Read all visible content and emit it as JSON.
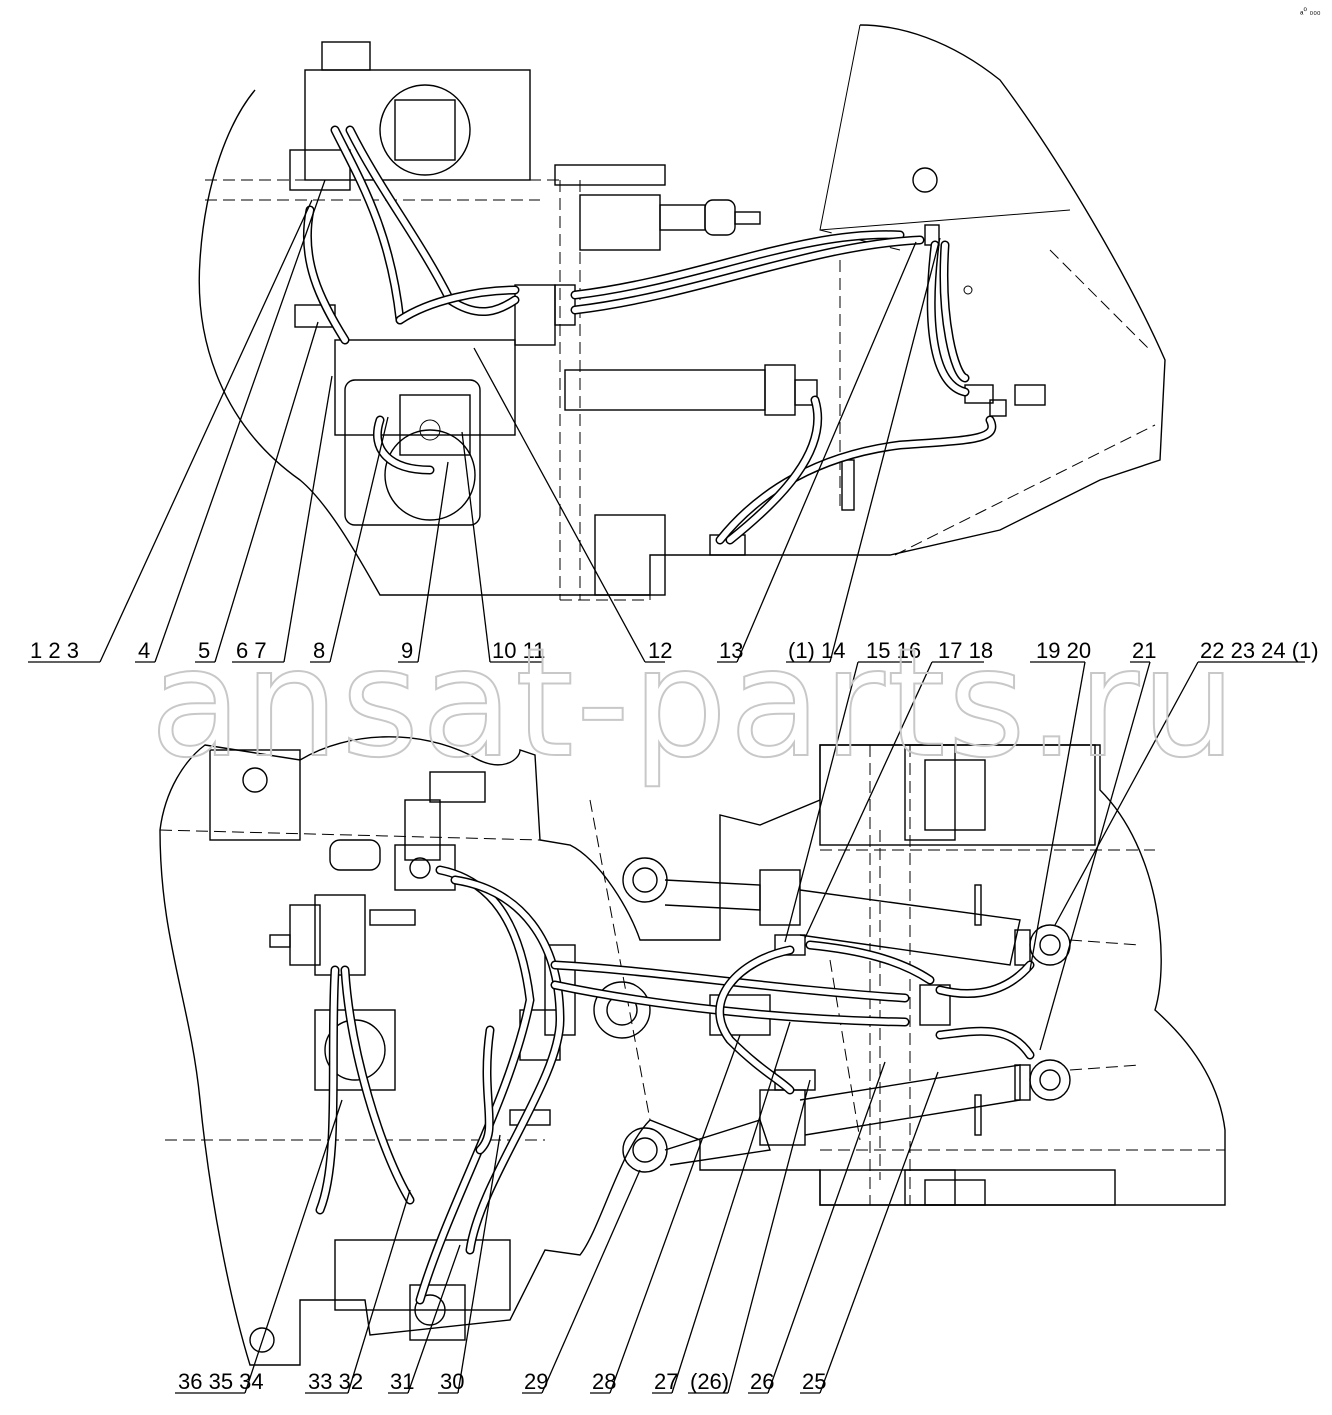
{
  "corner_mark": "ₐ⁰ ₀₀₀",
  "watermark": "ansat-parts.ru",
  "top_callouts": [
    "1 2 3",
    "4",
    "5",
    "6 7",
    "8",
    "9",
    "10 11",
    "12",
    "13",
    "(1) 14",
    "15 16",
    "17 18",
    "19 20",
    "21",
    "22 23 24 (1)"
  ],
  "bottom_callouts": [
    "36 35 34",
    "33 32",
    "31",
    "30",
    "29",
    "28",
    "27",
    "(26)",
    "26",
    "25"
  ]
}
